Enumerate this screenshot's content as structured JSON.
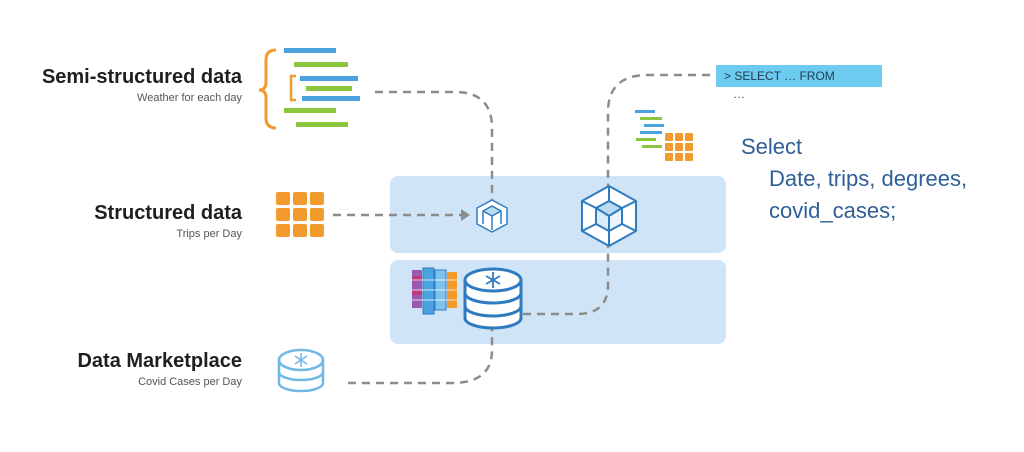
{
  "sources": {
    "semi_structured": {
      "title": "Semi-structured data",
      "subtitle": "Weather for each day"
    },
    "structured": {
      "title": "Structured data",
      "subtitle": "Trips per Day"
    },
    "marketplace": {
      "title": "Data Marketplace",
      "subtitle": "Covid Cases per Day"
    }
  },
  "query": {
    "command": "> SELECT … FROM",
    "ellipsis": "…"
  },
  "sql": {
    "keyword": "Select",
    "line1": "Date, trips, degrees,",
    "line2": "covid_cases;"
  },
  "colors": {
    "panel": "#cfe5f7",
    "connector": "#8c8c8c",
    "orange": "#f29a2e",
    "blue_bar": "#4aa3df",
    "green_bar": "#8cc63f",
    "query_box": "#6ccbee",
    "sql_text": "#2f5f95",
    "db_icon": "#2f7bc0"
  },
  "icons": [
    "bracket-icon",
    "grid-icon",
    "cube-icon",
    "database-icon",
    "columns-icon"
  ]
}
